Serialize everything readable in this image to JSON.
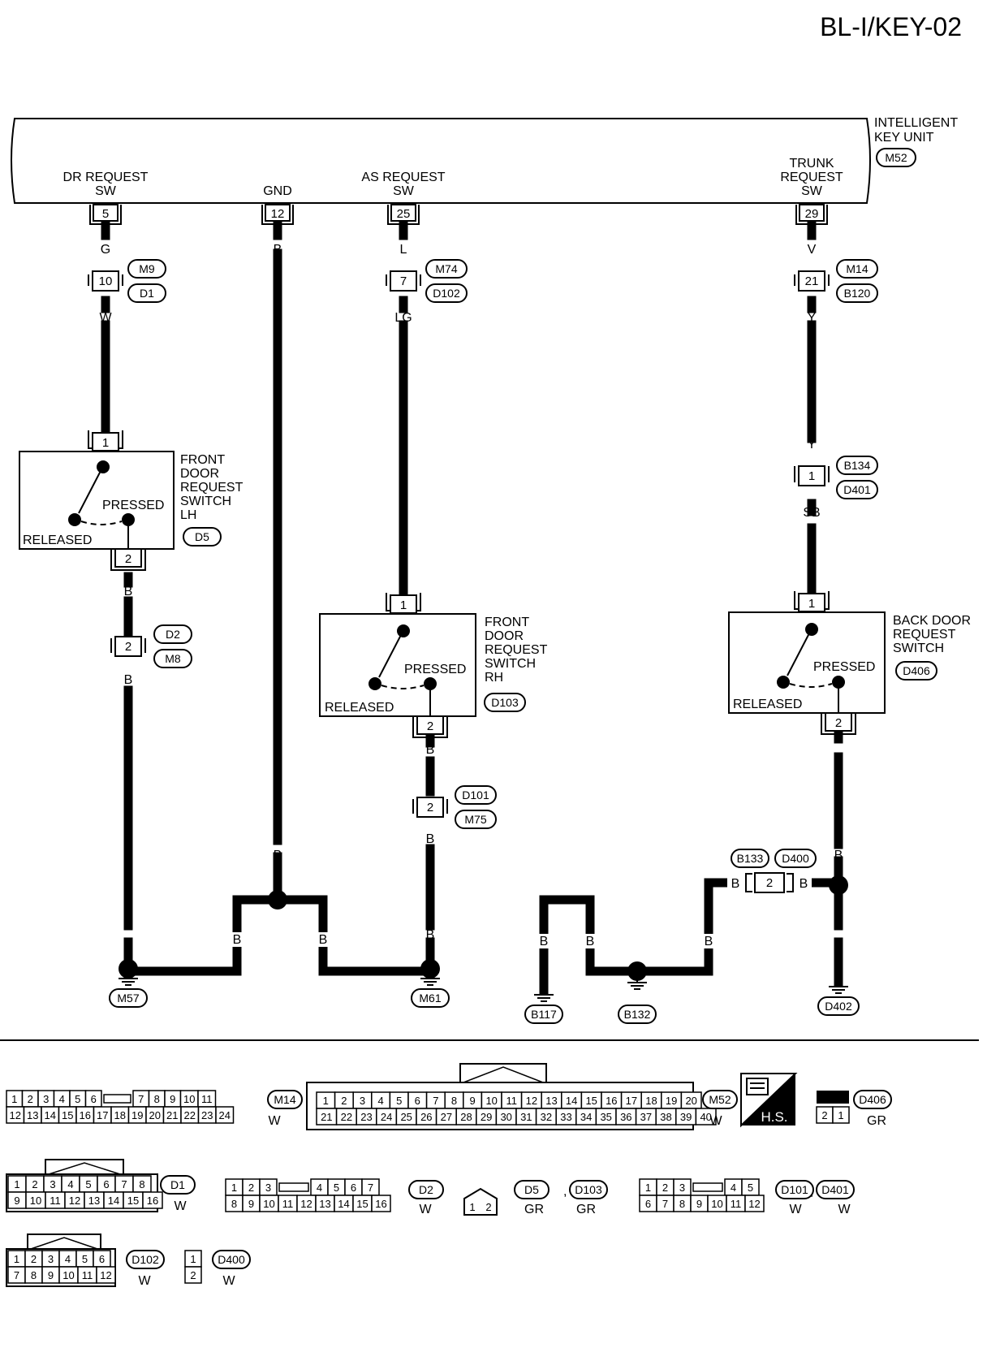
{
  "header": {
    "title": "BL-I/KEY-02"
  },
  "unit": {
    "name": [
      "INTELLIGENT",
      "KEY UNIT"
    ],
    "connector": "M52"
  },
  "terminals": [
    {
      "label": [
        "DR REQUEST",
        "SW"
      ],
      "pin": "5",
      "wire": "G"
    },
    {
      "label": [
        "GND"
      ],
      "pin": "12",
      "wire": "B"
    },
    {
      "label": [
        "AS REQUEST",
        "SW"
      ],
      "pin": "25",
      "wire": "L"
    },
    {
      "label": [
        "TRUNK",
        "REQUEST",
        "SW"
      ],
      "pin": "29",
      "wire": "V"
    }
  ],
  "inlines": [
    {
      "pin": "10",
      "tags": [
        "M9",
        "D1"
      ],
      "wire": "W"
    },
    {
      "pin": "7",
      "tags": [
        "M74",
        "D102"
      ],
      "wire": "LG"
    },
    {
      "pin": "21",
      "tags": [
        "M14",
        "B120"
      ],
      "wire": "Y"
    },
    {
      "pin": "1",
      "tags": [
        "B134",
        "D401"
      ],
      "wire_in": "Y",
      "wire": "SB"
    },
    {
      "pin": "2",
      "tags": [
        "D2",
        "M8"
      ],
      "wire": "B"
    },
    {
      "pin": "2",
      "tags": [
        "D101",
        "M75"
      ],
      "wire": "B"
    },
    {
      "pin": "2",
      "tags": [
        "B133",
        "D400"
      ],
      "wire": "B"
    }
  ],
  "switches": [
    {
      "name": [
        "FRONT",
        "DOOR",
        "REQUEST",
        "SWITCH",
        "LH"
      ],
      "connector": "D5",
      "pin_in": "1",
      "pin_out": "2",
      "pressed": "PRESSED",
      "released": "RELEASED"
    },
    {
      "name": [
        "FRONT",
        "DOOR",
        "REQUEST",
        "SWITCH",
        "RH"
      ],
      "connector": "D103",
      "pin_in": "1",
      "pin_out": "2",
      "pressed": "PRESSED",
      "released": "RELEASED"
    },
    {
      "name": [
        "BACK DOOR",
        "REQUEST",
        "SWITCH"
      ],
      "connector": "D406",
      "pin_in": "1",
      "pin_out": "2",
      "pressed": "PRESSED",
      "released": "RELEASED"
    }
  ],
  "wire_colors": {
    "b": "B"
  },
  "grounds": [
    "M57",
    "M61",
    "B117",
    "B132",
    "D402"
  ],
  "connector_views": [
    {
      "ids": [
        "M14"
      ],
      "color": "W",
      "rows": [
        [
          "1",
          "2",
          "3",
          "4",
          "5",
          "6",
          "",
          "7",
          "8",
          "9",
          "10",
          "11"
        ],
        [
          "12",
          "13",
          "14",
          "15",
          "16",
          "17",
          "18",
          "19",
          "20",
          "21",
          "22",
          "23",
          "24"
        ]
      ]
    },
    {
      "ids": [
        "M52"
      ],
      "color": "W",
      "rows": [
        [
          "1",
          "2",
          "3",
          "4",
          "5",
          "6",
          "7",
          "8",
          "9",
          "10",
          "11",
          "12",
          "13",
          "14",
          "15",
          "16",
          "17",
          "18",
          "19",
          "20"
        ],
        [
          "21",
          "22",
          "23",
          "24",
          "25",
          "26",
          "27",
          "28",
          "29",
          "30",
          "31",
          "32",
          "33",
          "34",
          "35",
          "36",
          "37",
          "38",
          "39",
          "40"
        ]
      ]
    },
    {
      "ids": [
        "D406"
      ],
      "color": "GR",
      "rows": [
        [
          "2",
          "1"
        ]
      ]
    },
    {
      "ids": [
        "D1"
      ],
      "color": "W",
      "rows": [
        [
          "1",
          "2",
          "3",
          "4",
          "5",
          "6",
          "7",
          "8"
        ],
        [
          "9",
          "10",
          "11",
          "12",
          "13",
          "14",
          "15",
          "16"
        ]
      ]
    },
    {
      "ids": [
        "D2"
      ],
      "color": "W",
      "rows": [
        [
          "1",
          "2",
          "3",
          "",
          "4",
          "5",
          "6",
          "7"
        ],
        [
          "8",
          "9",
          "10",
          "11",
          "12",
          "13",
          "14",
          "15",
          "16"
        ]
      ]
    },
    {
      "ids": [
        "D5",
        "D103"
      ],
      "colors": [
        "GR",
        "GR"
      ],
      "rows": [
        [
          "1",
          "2"
        ]
      ]
    },
    {
      "ids": [
        "D101",
        "D401"
      ],
      "colors": [
        "W",
        "W"
      ],
      "rows": [
        [
          "1",
          "2",
          "3",
          "",
          "4",
          "5"
        ],
        [
          "6",
          "7",
          "8",
          "9",
          "10",
          "11",
          "12"
        ]
      ]
    },
    {
      "ids": [
        "D102"
      ],
      "color": "W",
      "rows": [
        [
          "1",
          "2",
          "3",
          "4",
          "5",
          "6"
        ],
        [
          "7",
          "8",
          "9",
          "10",
          "11",
          "12"
        ]
      ]
    },
    {
      "ids": [
        "D400"
      ],
      "color": "W",
      "rows": [
        [
          "1"
        ],
        [
          "2"
        ]
      ]
    }
  ],
  "hs": {
    "label": "H.S."
  }
}
